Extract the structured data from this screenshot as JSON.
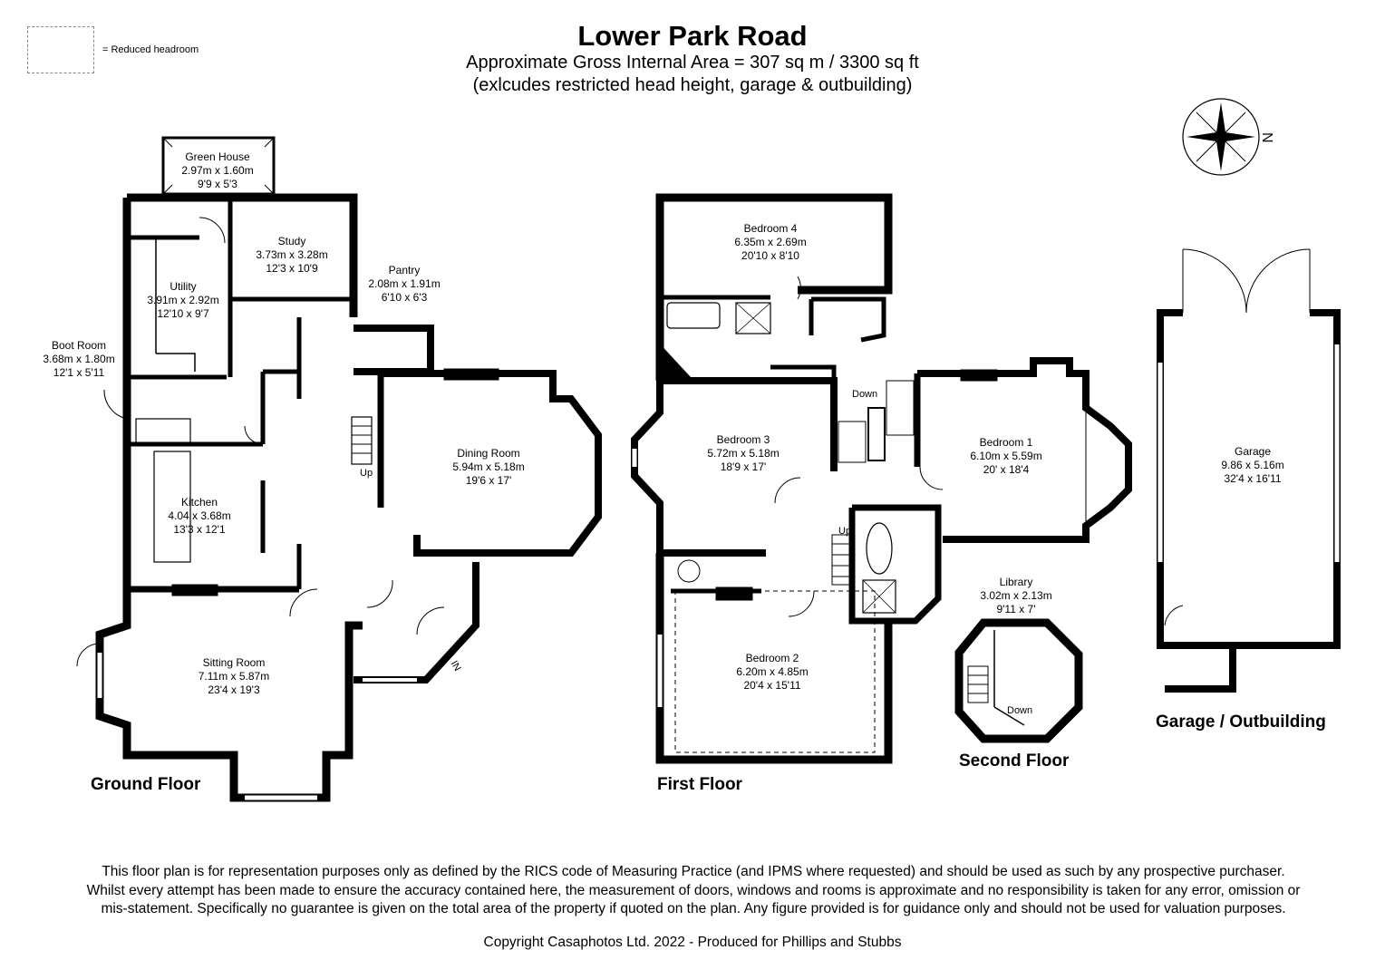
{
  "title": "Lower Park Road",
  "subtitle_line1": "Approximate Gross Internal Area = 307 sq m / 3300 sq ft",
  "subtitle_line2": "(exlcudes restricted head height, garage & outbuilding)",
  "legend_label": "= Reduced headroom",
  "compass_label": "N",
  "floors": {
    "ground": "Ground Floor",
    "first": "First Floor",
    "second": "Second Floor",
    "garage": "Garage / Outbuilding"
  },
  "rooms": {
    "green_house": {
      "name": "Green House",
      "metric": "2.97m x 1.60m",
      "imperial": "9'9 x 5'3"
    },
    "study": {
      "name": "Study",
      "metric": "3.73m x 3.28m",
      "imperial": "12'3 x 10'9"
    },
    "utility": {
      "name": "Utility",
      "metric": "3.91m x 2.92m",
      "imperial": "12'10 x 9'7"
    },
    "pantry": {
      "name": "Pantry",
      "metric": "2.08m x 1.91m",
      "imperial": "6'10 x 6'3"
    },
    "boot_room": {
      "name": "Boot Room",
      "metric": "3.68m x 1.80m",
      "imperial": "12'1 x 5'11"
    },
    "dining_room": {
      "name": "Dining Room",
      "metric": "5.94m x 5.18m",
      "imperial": "19'6 x 17'"
    },
    "kitchen": {
      "name": "Kitchen",
      "metric": "4.04 x 3.68m",
      "imperial": "13'3 x 12'1"
    },
    "sitting_room": {
      "name": "Sitting Room",
      "metric": "7.11m x 5.87m",
      "imperial": "23'4 x 19'3"
    },
    "bedroom_4": {
      "name": "Bedroom 4",
      "metric": "6.35m x 2.69m",
      "imperial": "20'10 x 8'10"
    },
    "bedroom_3": {
      "name": "Bedroom 3",
      "metric": "5.72m x 5.18m",
      "imperial": "18'9 x 17'"
    },
    "bedroom_1": {
      "name": "Bedroom 1",
      "metric": "6.10m x 5.59m",
      "imperial": "20' x 18'4"
    },
    "bedroom_2": {
      "name": "Bedroom 2",
      "metric": "6.20m x 4.85m",
      "imperial": "20'4 x 15'11"
    },
    "library": {
      "name": "Library",
      "metric": "3.02m x 2.13m",
      "imperial": "9'11 x 7'"
    },
    "garage": {
      "name": "Garage",
      "metric": "9.86 x 5.16m",
      "imperial": "32'4 x 16'11"
    }
  },
  "labels": {
    "up": "Up",
    "down": "Down",
    "in": "IN"
  },
  "disclaimer": "This floor plan is for representation purposes only as defined by the RICS code of Measuring Practice (and IPMS where requested) and should be used as such by any prospective purchaser. Whilst every attempt has been made to ensure the accuracy contained here, the measurement of doors, windows and rooms is approximate and no responsibility is taken for any error, omission or mis-statement. Specifically no guarantee is given on the total area of the property if quoted on the plan. Any figure provided is for guidance only and should not be used for valuation purposes.",
  "copyright": "Copyright Casaphotos Ltd. 2022 - Produced for Phillips and Stubbs"
}
